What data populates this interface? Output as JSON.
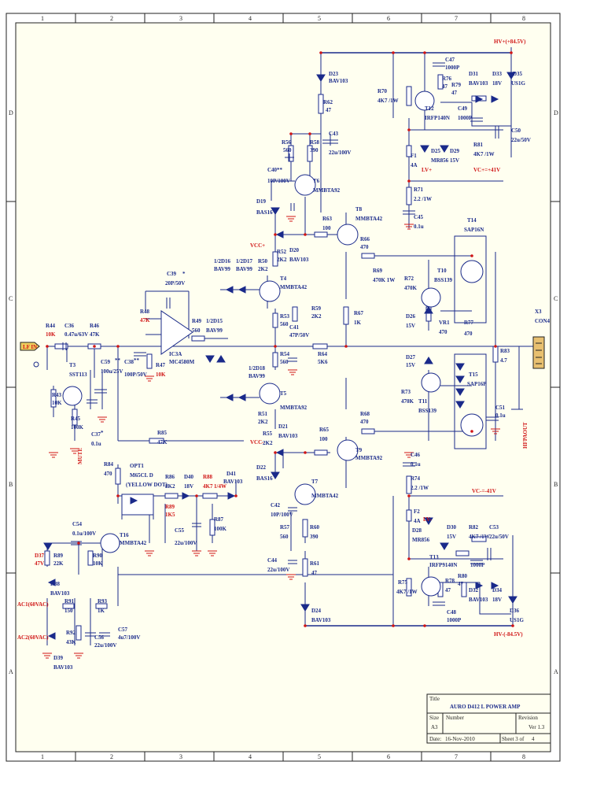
{
  "title_block": {
    "title_label": "Title",
    "title": "AURO D412 L POWER AMP",
    "size_label": "Size",
    "size": "A3",
    "number_label": "Number",
    "revision_label": "Revision",
    "revision": "Ver 1.3",
    "date_label": "Date:",
    "date": "16-Nov-2010",
    "sheet_label": "Sheet 3 of",
    "sheet_total": "4"
  },
  "grid": {
    "columns": [
      "1",
      "2",
      "3",
      "4",
      "5",
      "6",
      "7",
      "8"
    ],
    "rows": [
      "D",
      "C",
      "B",
      "A"
    ]
  },
  "rails": {
    "hv_pos": "HV+(+84.5V)",
    "hv_neg": "HV-(-84.5V)",
    "vc_pos": "VC+=+41V",
    "vc_neg": "VC-=-41V",
    "lv_pos": "LV+",
    "lv_neg": "LV-",
    "vcc_pos": "VCC+",
    "vcc_neg": "VCC-"
  },
  "ports": {
    "lf_in": "LF IN",
    "mute": "MUTE",
    "hf_paout": "HFPAOUT",
    "ac1": "AC1(60VAC)",
    "ac2": "AC2(60VAC)"
  },
  "connector": {
    "ref": "X3",
    "value": "CON4"
  },
  "ic": {
    "ref": "IC3A",
    "value": "MC4580M"
  },
  "opto": {
    "ref": "OPT1",
    "value": "M65CL D",
    "note": "(YELLOW DOT)"
  },
  "components": [
    {
      "ref": "D23",
      "value": "BAV103"
    },
    {
      "ref": "R62",
      "value": "47"
    },
    {
      "ref": "R56",
      "value": "560"
    },
    {
      "ref": "R58",
      "value": "390"
    },
    {
      "ref": "C43",
      "value": "22u/100V"
    },
    {
      "ref": "C40",
      "value": "10P/100V",
      "mark": "**"
    },
    {
      "ref": "T6",
      "value": "MMBTA92"
    },
    {
      "ref": "D19",
      "value": "BAS16"
    },
    {
      "ref": "D20",
      "value": "BAV103"
    },
    {
      "ref": "R52",
      "value": "2K2"
    },
    {
      "ref": "R50",
      "value": "2K2"
    },
    {
      "ref": "T4",
      "value": "MMBTA42"
    },
    {
      "ref": "1/2D16",
      "value": "BAV99"
    },
    {
      "ref": "1/2D17",
      "value": "BAV99"
    },
    {
      "ref": "C39",
      "value": "20P/50V",
      "mark": "*"
    },
    {
      "ref": "R48",
      "value": "47K"
    },
    {
      "ref": "R49",
      "value": "560"
    },
    {
      "ref": "1/2D15",
      "value": "BAV99"
    },
    {
      "ref": "R53",
      "value": "560"
    },
    {
      "ref": "R59",
      "value": "2K2"
    },
    {
      "ref": "C41",
      "value": "47P/50V"
    },
    {
      "ref": "R54",
      "value": "560"
    },
    {
      "ref": "R64",
      "value": "5K6"
    },
    {
      "ref": "R67",
      "value": "1K"
    },
    {
      "ref": "1/2D18",
      "value": "BAV99"
    },
    {
      "ref": "T5",
      "value": "MMBTA92"
    },
    {
      "ref": "R51",
      "value": "2K2"
    },
    {
      "ref": "D21",
      "value": "BAV103"
    },
    {
      "ref": "R55",
      "value": "2K2"
    },
    {
      "ref": "R65",
      "value": "100"
    },
    {
      "ref": "T9",
      "value": "MMBTA92"
    },
    {
      "ref": "D22",
      "value": "BAS16"
    },
    {
      "ref": "T7",
      "value": "MMBTA42"
    },
    {
      "ref": "C42",
      "value": "10P/100V"
    },
    {
      "ref": "R57",
      "value": "560"
    },
    {
      "ref": "R60",
      "value": "390"
    },
    {
      "ref": "C44",
      "value": "22u/100V"
    },
    {
      "ref": "R61",
      "value": "47"
    },
    {
      "ref": "D24",
      "value": "BAV103"
    },
    {
      "ref": "R44",
      "value": "10K"
    },
    {
      "ref": "C36",
      "value": "0.47u/63V"
    },
    {
      "ref": "R46",
      "value": "47K"
    },
    {
      "ref": "T3",
      "value": "SST113"
    },
    {
      "ref": "R43",
      "value": "10K"
    },
    {
      "ref": "R45",
      "value": "100K"
    },
    {
      "ref": "C59",
      "value": "100u/25V",
      "mark": "**"
    },
    {
      "ref": "C38",
      "value": "100P/50V",
      "mark": "**"
    },
    {
      "ref": "R47",
      "value": "10K"
    },
    {
      "ref": "C37",
      "value": "0.1u",
      "mark": "*"
    },
    {
      "ref": "R85",
      "value": "47K"
    },
    {
      "ref": "R84",
      "value": "470"
    },
    {
      "ref": "R86",
      "value": "8K2"
    },
    {
      "ref": "R89",
      "value": "1K5"
    },
    {
      "ref": "D40",
      "value": "18V"
    },
    {
      "ref": "R88",
      "value": "4K7"
    },
    {
      "ref": "1/4W",
      "value": ""
    },
    {
      "ref": "D41",
      "value": "BAV103"
    },
    {
      "ref": "C55",
      "value": "22u/100V"
    },
    {
      "ref": "R87",
      "value": "100K"
    },
    {
      "ref": "C54",
      "value": "0.1u/100V"
    },
    {
      "ref": "T16",
      "value": "MMBTA42"
    },
    {
      "ref": "D37",
      "value": "47V"
    },
    {
      "ref": "R89",
      "value": "22K"
    },
    {
      "ref": "R90",
      "value": "10K"
    },
    {
      "ref": "D38",
      "value": "BAV103"
    },
    {
      "ref": "R91",
      "value": "150"
    },
    {
      "ref": "R93",
      "value": "1K"
    },
    {
      "ref": "R92",
      "value": "43K"
    },
    {
      "ref": "C56",
      "value": "22u/100V"
    },
    {
      "ref": "C57",
      "value": "4u7/100V"
    },
    {
      "ref": "D39",
      "value": "BAV103"
    },
    {
      "ref": "R70",
      "value": "4K7 /1W"
    },
    {
      "ref": "C47",
      "value": "1000P"
    },
    {
      "ref": "R76",
      "value": "47"
    },
    {
      "ref": "R79",
      "value": "47"
    },
    {
      "ref": "D31",
      "value": "BAV103"
    },
    {
      "ref": "D33",
      "value": "18V"
    },
    {
      "ref": "D35",
      "value": "US1G"
    },
    {
      "ref": "T12",
      "value": "IRFP140N"
    },
    {
      "ref": "C49",
      "value": "1000P"
    },
    {
      "ref": "D25",
      "value": "MR856"
    },
    {
      "ref": "D29",
      "value": "15V"
    },
    {
      "ref": "R81",
      "value": "4K7 /1W"
    },
    {
      "ref": "C50",
      "value": "22u/50V"
    },
    {
      "ref": "F1",
      "value": "4A"
    },
    {
      "ref": "R71",
      "value": "2.2 /1W"
    },
    {
      "ref": "C45",
      "value": "0.1u"
    },
    {
      "ref": "T8",
      "value": "MMBTA42"
    },
    {
      "ref": "R63",
      "value": "100"
    },
    {
      "ref": "R66",
      "value": "470"
    },
    {
      "ref": "T14",
      "value": "SAP16N"
    },
    {
      "ref": "R69",
      "value": "470K  1W"
    },
    {
      "ref": "R72",
      "value": "470K"
    },
    {
      "ref": "T10",
      "value": "BSS139"
    },
    {
      "ref": "D26",
      "value": "15V"
    },
    {
      "ref": "VR1",
      "value": "470"
    },
    {
      "ref": "R77",
      "value": "470"
    },
    {
      "ref": "R83",
      "value": "4.7"
    },
    {
      "ref": "D27",
      "value": "15V"
    },
    {
      "ref": "R73",
      "value": "470K"
    },
    {
      "ref": "T11",
      "value": "BSS139"
    },
    {
      "ref": "T15",
      "value": "SAP16P"
    },
    {
      "ref": "C51",
      "value": "0.1u"
    },
    {
      "ref": "R68",
      "value": "470"
    },
    {
      "ref": "C46",
      "value": "0.1u"
    },
    {
      "ref": "R74",
      "value": "2.2 /1W"
    },
    {
      "ref": "F2",
      "value": "4A"
    },
    {
      "ref": "D28",
      "value": "MR856"
    },
    {
      "ref": "D30",
      "value": "15V"
    },
    {
      "ref": "R82",
      "value": "4K7 /1W"
    },
    {
      "ref": "C53",
      "value": "22u/50V"
    },
    {
      "ref": "T13",
      "value": "IRFP9140N"
    },
    {
      "ref": "C52",
      "value": "1000P"
    },
    {
      "ref": "R75",
      "value": "4K7 /1W"
    },
    {
      "ref": "R78",
      "value": "47"
    },
    {
      "ref": "R80",
      "value": "47"
    },
    {
      "ref": "D32",
      "value": "BAV103"
    },
    {
      "ref": "D34",
      "value": "18V"
    },
    {
      "ref": "C48",
      "value": "1000P"
    },
    {
      "ref": "D36",
      "value": "US1G"
    }
  ]
}
